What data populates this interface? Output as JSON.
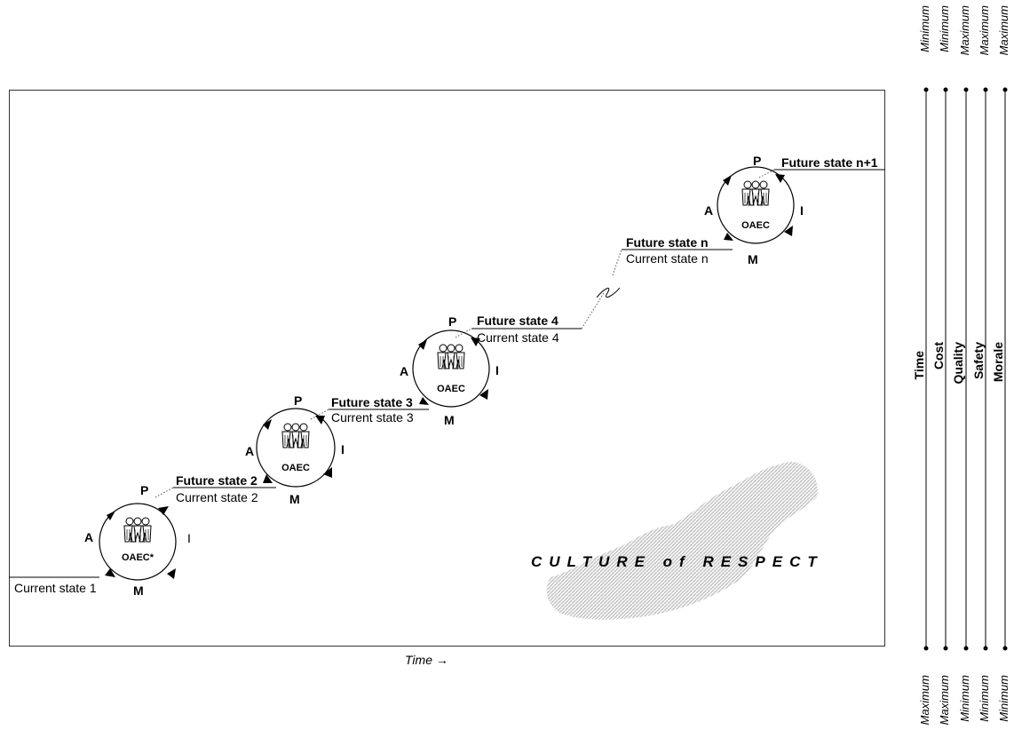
{
  "states": {
    "current_1": "Current state 1",
    "future_2": "Future state 2",
    "current_2": "Current state 2",
    "future_3": "Future state 3",
    "current_3": "Current state 3",
    "future_4": "Future state 4",
    "current_4": "Current state 4",
    "future_n": "Future state n",
    "current_n": "Current state n",
    "future_n1": "Future state n+1"
  },
  "cycle_letters": {
    "p": "P",
    "i": "I",
    "m": "M",
    "a": "A"
  },
  "oaec": {
    "first": "OAEC*",
    "other": "OAEC"
  },
  "culture": "CULTURE of RESPECT",
  "time_axis": "Time →",
  "metrics": [
    {
      "name": "Time",
      "top": "Minimum",
      "bottom": "Maximum"
    },
    {
      "name": "Cost",
      "top": "Minimum",
      "bottom": "Maximum"
    },
    {
      "name": "Quality",
      "top": "Maximum",
      "bottom": "Minimum"
    },
    {
      "name": "Safety",
      "top": "Maximum",
      "bottom": "Minimum"
    },
    {
      "name": "Morale",
      "top": "Maximum",
      "bottom": "Minimum"
    }
  ]
}
